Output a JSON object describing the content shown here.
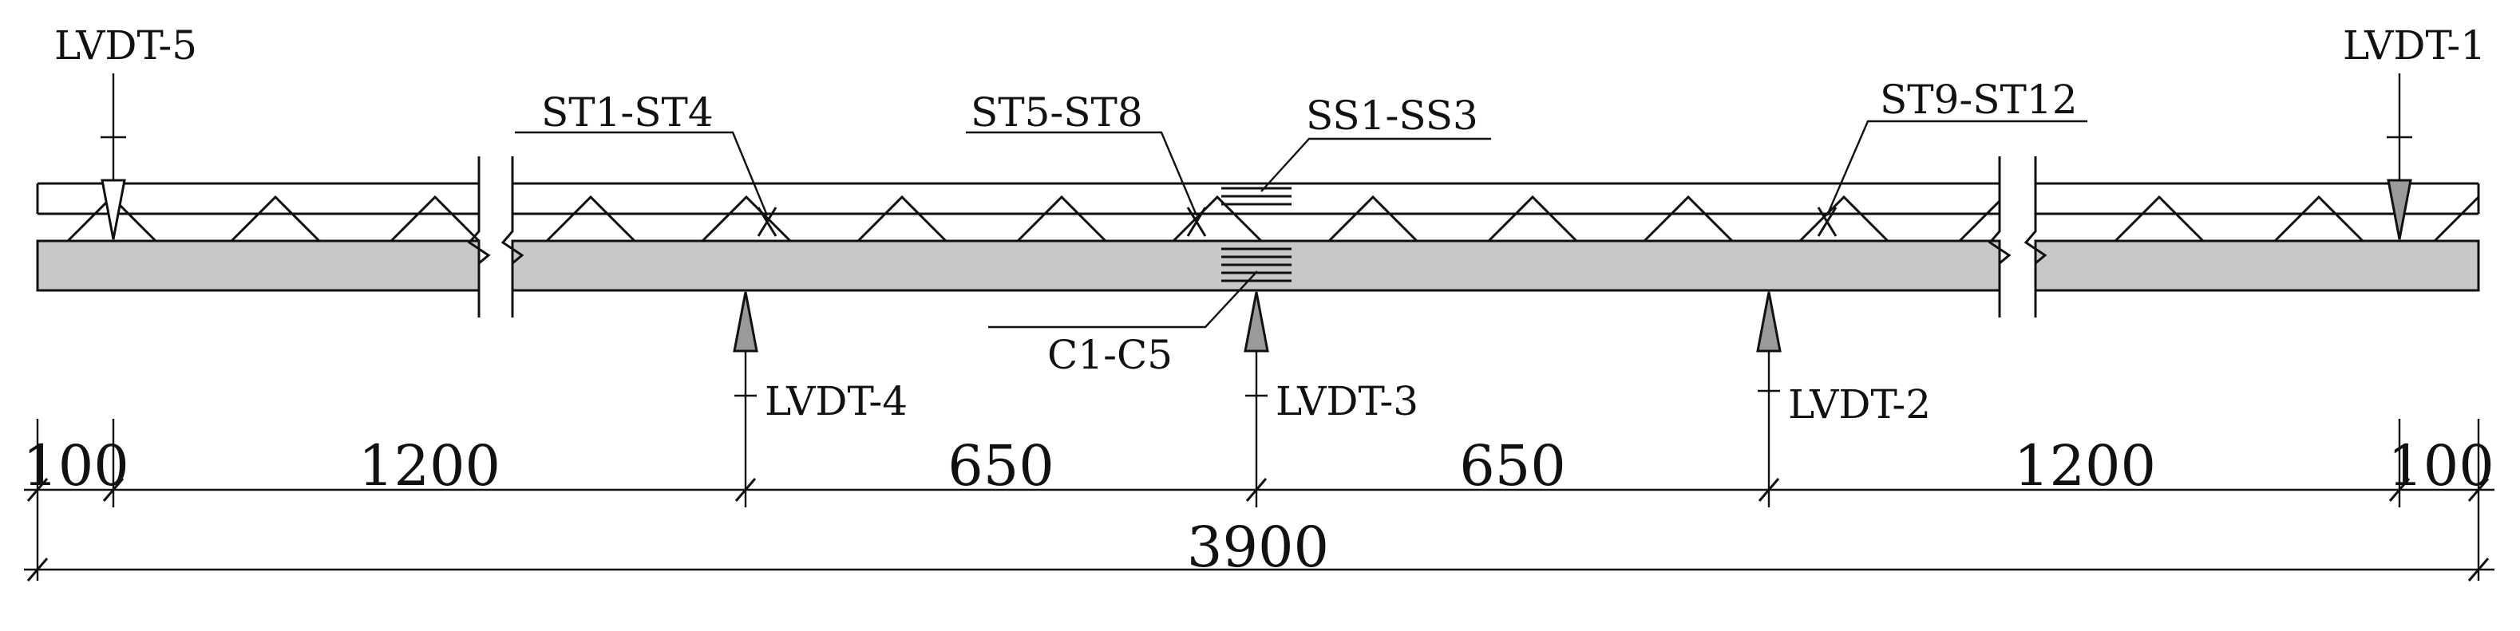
{
  "diagram": {
    "colors": {
      "slab_fill": "#c8c8c8",
      "arrow_fill": "#9a9a9a",
      "line": "#111111",
      "background": "#ffffff"
    },
    "sensors": {
      "lvdt_5": "LVDT-5",
      "lvdt_4": "LVDT-4",
      "lvdt_3": "LVDT-3",
      "lvdt_2": "LVDT-2",
      "lvdt_1": "LVDT-1"
    },
    "gauges": {
      "st1_st4": "ST1-ST4",
      "st5_st8": "ST5-ST8",
      "st9_st12": "ST9-ST12",
      "ss1_ss3": "SS1-SS3",
      "c1_c5": "C1-C5"
    },
    "dimensions": {
      "left_end": "100",
      "seg_1": "1200",
      "seg_2": "650",
      "seg_3": "650",
      "seg_4": "1200",
      "right_end": "100",
      "total": "3900"
    }
  }
}
